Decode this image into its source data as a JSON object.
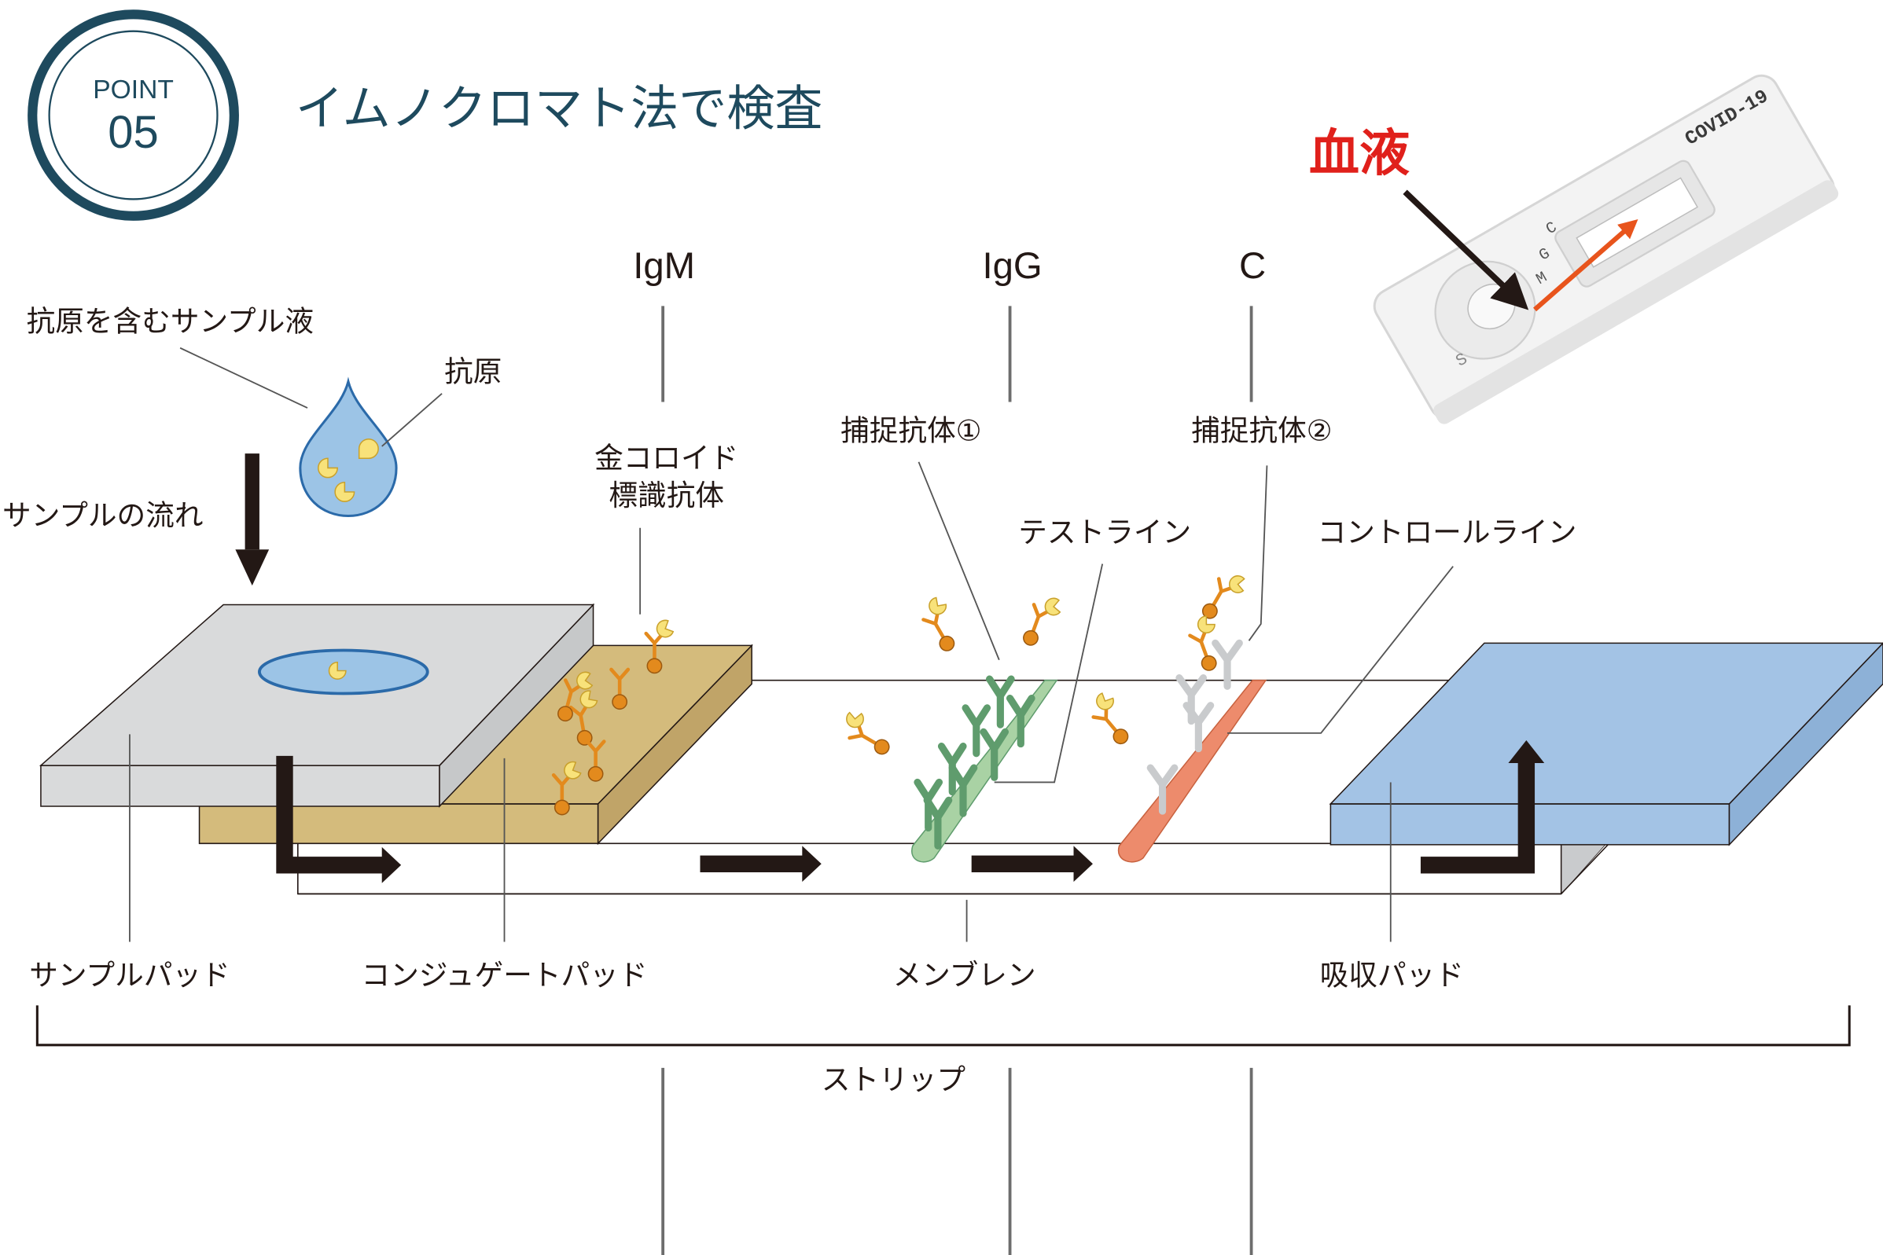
{
  "point_badge": {
    "word": "POINT",
    "number": "05"
  },
  "title": "イムノクロマト法で検査",
  "line_headers": {
    "igm": "IgM",
    "igg": "IgG",
    "c": "C"
  },
  "labels": {
    "sample_liquid": "抗原を含むサンプル液",
    "antigen": "抗原",
    "sample_flow": "サンプルの流れ",
    "gold_colloid_line1": "金コロイド",
    "gold_colloid_line2": "標識抗体",
    "capture_antibody_1": "捕捉抗体①",
    "capture_antibody_2": "捕捉抗体②",
    "test_line": "テストライン",
    "control_line": "コントロールライン",
    "sample_pad": "サンプルパッド",
    "conjugate_pad": "コンジュゲートパッド",
    "membrane": "メンブレン",
    "absorbent_pad": "吸収パッド",
    "strip": "ストリップ"
  },
  "cassette": {
    "blood_label": "血液",
    "brand_text": "COVID-19",
    "markings": {
      "c": "C",
      "g": "G",
      "m": "M",
      "s": "S"
    }
  },
  "colors": {
    "navy": "#1e4a5e",
    "sample_pad": "#d9dadb",
    "conjugate_pad": "#d4bb7c",
    "absorbent_pad": "#a3c3e5",
    "test_line": "#a9d2a4",
    "control_line": "#ed8b6c",
    "antibody_orange": "#e38a1d",
    "capture_green": "#5f9c6d",
    "capture_gray": "#c9cbcd",
    "antigen_yellow": "#f8e27a",
    "droplet": "#9cc4e6",
    "blood_red": "#e0201b",
    "arrow_orange": "#e8541c"
  }
}
